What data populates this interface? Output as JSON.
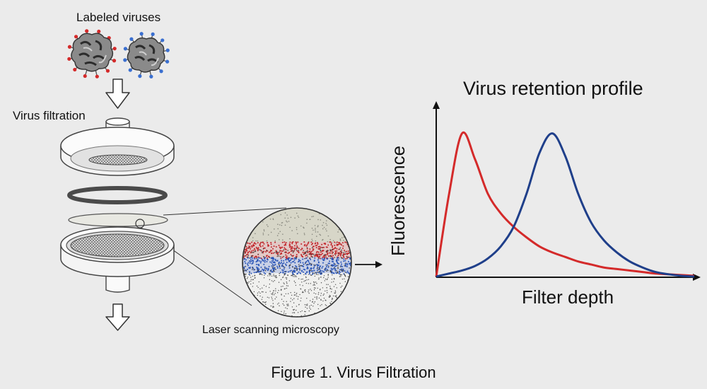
{
  "labels": {
    "labeled_viruses": "Labeled viruses",
    "virus_filtration": "Virus filtration",
    "laser_scanning_microscopy": "Laser scanning microscopy",
    "chart_title": "Virus retention profile",
    "x_axis": "Filter depth",
    "y_axis": "Fluorescence",
    "caption": "Figure 1. Virus Filtration"
  },
  "colors": {
    "background": "#ebebeb",
    "red_virus": "#d42a2a",
    "blue_virus": "#1f3f8a",
    "outline": "#333333"
  },
  "chart_data": {
    "type": "line",
    "title": "Virus retention profile",
    "xlabel": "Filter depth",
    "ylabel": "Fluorescence",
    "x": [
      0,
      0.05,
      0.1,
      0.15,
      0.2,
      0.25,
      0.3,
      0.35,
      0.4,
      0.45,
      0.5,
      0.55,
      0.6,
      0.65,
      0.7,
      0.75,
      0.8,
      0.85,
      0.9,
      0.95,
      1.0
    ],
    "series": [
      {
        "color": "#d42a2a",
        "values": [
          0.0,
          0.55,
          0.95,
          0.78,
          0.55,
          0.42,
          0.33,
          0.26,
          0.2,
          0.16,
          0.13,
          0.1,
          0.08,
          0.06,
          0.05,
          0.04,
          0.03,
          0.02,
          0.015,
          0.01,
          0.005
        ]
      },
      {
        "color": "#1f3f8a",
        "values": [
          0.0,
          0.02,
          0.04,
          0.07,
          0.12,
          0.2,
          0.33,
          0.55,
          0.82,
          0.95,
          0.8,
          0.55,
          0.36,
          0.24,
          0.16,
          0.1,
          0.06,
          0.03,
          0.015,
          0.005,
          0.0
        ]
      }
    ]
  }
}
